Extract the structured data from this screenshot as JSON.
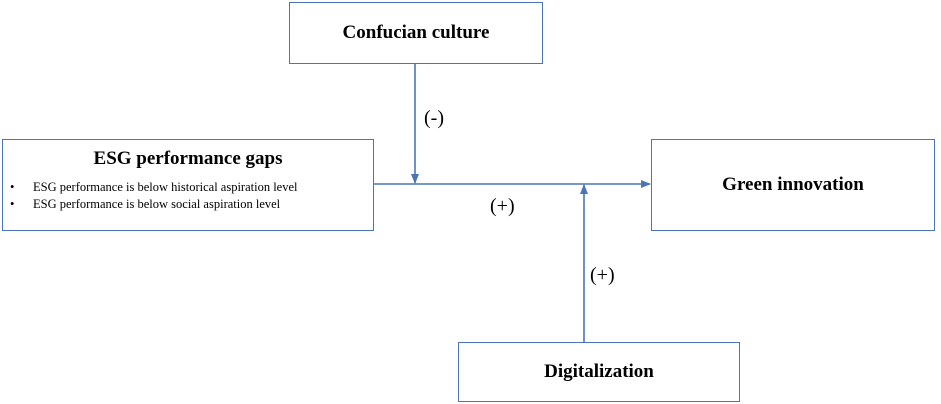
{
  "nodes": {
    "confucian": {
      "title": "Confucian culture"
    },
    "esg": {
      "title": "ESG performance gaps",
      "bullets": [
        "ESG performance is below historical aspiration level",
        "ESG performance is below social aspiration level"
      ]
    },
    "green": {
      "title": "Green innovation"
    },
    "digital": {
      "title": "Digitalization"
    }
  },
  "edges": {
    "main_effect": {
      "from": "esg",
      "to": "green",
      "sign": "(+)"
    },
    "confucian_moderation": {
      "from": "confucian",
      "to": "main_effect",
      "sign": "(-)"
    },
    "digital_moderation": {
      "from": "digital",
      "to": "main_effect",
      "sign": "(+)"
    }
  },
  "colors": {
    "border": "#4a76b8",
    "arrow": "#4a76b8",
    "text": "#000000"
  }
}
